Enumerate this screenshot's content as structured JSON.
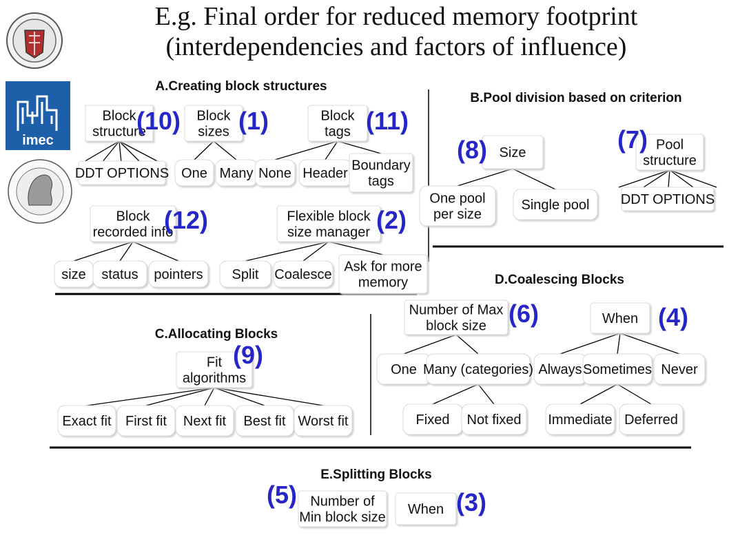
{
  "title_line1": "E.g. Final order for reduced memory footprint",
  "title_line2": "(interdependencies and factors of influence)",
  "logos": {
    "imec_text": "imec"
  },
  "colors": {
    "label": "#2626c8",
    "line": "#000000",
    "box_border": "#d8d8d8",
    "text": "#111111"
  },
  "sections": {
    "A": {
      "heading": "A.Creating block structures",
      "block_structure": {
        "label": [
          "Block",
          "structure"
        ],
        "order": "(10)",
        "children": [
          "DDT OPTIONS"
        ]
      },
      "block_sizes": {
        "label": [
          "Block",
          "sizes"
        ],
        "order": "(1)",
        "children": [
          "One",
          "Many"
        ]
      },
      "block_tags": {
        "label": [
          "Block",
          "tags"
        ],
        "order": "(11)",
        "children": [
          "None",
          "Header",
          "Boundary tags"
        ]
      },
      "block_recorded_info": {
        "label": [
          "Block",
          "recorded info"
        ],
        "order": "(12)",
        "children": [
          "size",
          "status",
          "pointers"
        ]
      },
      "flexible_manager": {
        "label": [
          "Flexible block",
          "size manager"
        ],
        "order": "(2)",
        "children": [
          "Split",
          "Coalesce",
          "Ask for more memory"
        ]
      }
    },
    "B": {
      "heading": "B.Pool division based on criterion",
      "size": {
        "label": [
          "Size"
        ],
        "order": "(8)",
        "children": [
          "One pool per size",
          "Single pool"
        ]
      },
      "pool_structure": {
        "label": [
          "Pool",
          "structure"
        ],
        "order": "(7)",
        "children": [
          "DDT OPTIONS"
        ]
      }
    },
    "C": {
      "heading": "C.Allocating Blocks",
      "fit": {
        "label": [
          "Fit",
          "algorithms"
        ],
        "order": "(9)",
        "children": [
          "Exact fit",
          "First fit",
          "Next fit",
          "Best fit",
          "Worst fit"
        ]
      }
    },
    "D": {
      "heading": "D.Coalescing Blocks",
      "max_size": {
        "label": [
          "Number of Max",
          "block size"
        ],
        "order": "(6)",
        "children": [
          "One",
          "Many (categories)"
        ],
        "grandchildren": [
          "Fixed",
          "Not fixed"
        ]
      },
      "when": {
        "label": [
          "When"
        ],
        "order": "(4)",
        "children": [
          "Always",
          "Sometimes",
          "Never"
        ],
        "grandchildren": [
          "Immediate",
          "Deferred"
        ]
      }
    },
    "E": {
      "heading": "E.Splitting Blocks",
      "min_size": {
        "label": [
          "Number of",
          "Min block size"
        ],
        "order": "(5)"
      },
      "when": {
        "label": [
          "When"
        ],
        "order": "(3)"
      }
    }
  }
}
